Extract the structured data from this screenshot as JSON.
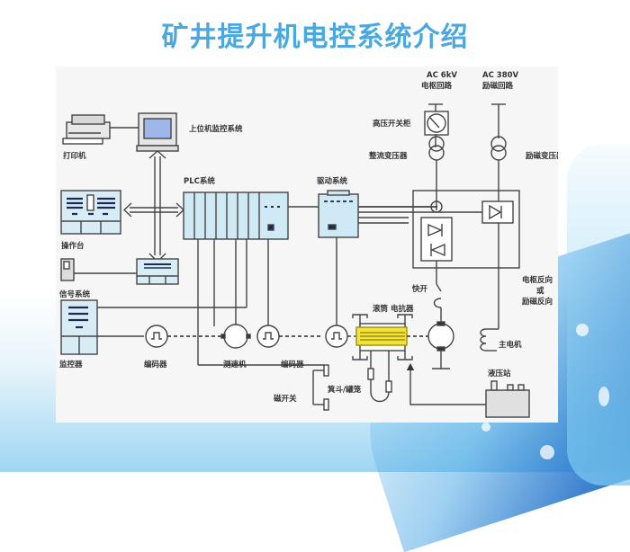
{
  "slide": {
    "title": "矿井提升机电控系统介绍"
  },
  "diagram": {
    "labels": {
      "printer": "打印机",
      "host_monitor": "上位机监控系统",
      "plc": "PLC系统",
      "console": "操作台",
      "signal": "信号系统",
      "monitor": "监控器",
      "encoder_left": "编码器",
      "tacho": "测速机",
      "encoder_mid": "编码器",
      "mag_switch": "磁开关",
      "skip": "箕斗/罐笼",
      "drive": "驱动系统",
      "armature_ac": "AC 6kV",
      "armature_loop": "电枢回路",
      "field_ac": "AC 380V",
      "field_loop": "励磁回路",
      "hv_cabinet": "高压开关柜",
      "rect_transformer": "整流变压器",
      "field_transformer": "励磁变压器",
      "fast_switch": "快开",
      "drum_reactor": "滚筒 电抗器",
      "reverse_line1": "电枢反向",
      "reverse_line2": "或",
      "reverse_line3": "励磁反向",
      "main_motor": "主电机",
      "hydraulic": "液压站"
    },
    "colors": {
      "title": "#4aa8e0",
      "device_fill": "#cfe9f5",
      "drum_yellow": "#f2e23a",
      "line": "#444444"
    }
  }
}
